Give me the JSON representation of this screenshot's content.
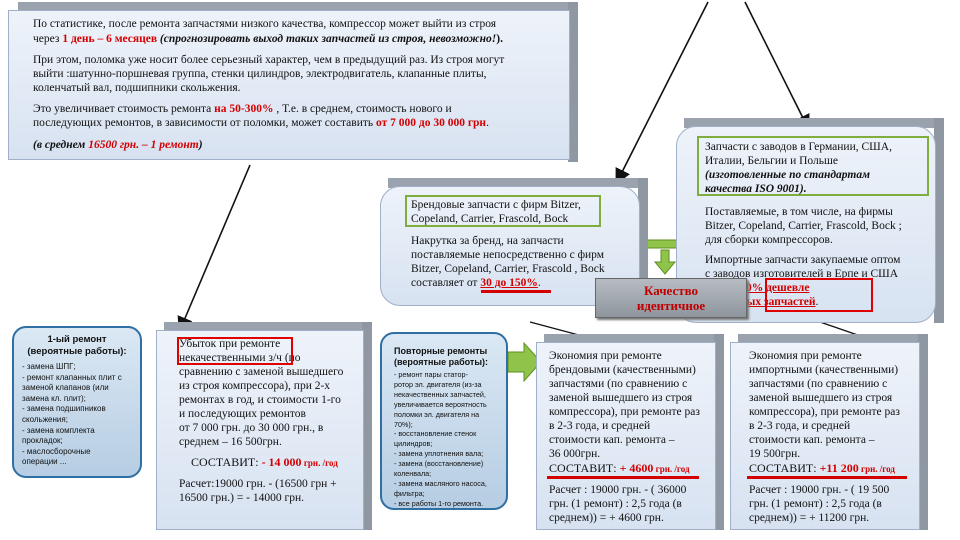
{
  "top_box": {
    "p1_a": "По статистике, после ремонта запчастями низкого качества, компрессор может выйти из строя",
    "p1_b": "через ",
    "p1_red": "1 день – 6 месяцев",
    "p1_c": " (спрогнозировать выход таких запчастей из строя,  невозможно!",
    "p1_d": ").",
    "p2_a": "При этом, поломка уже носит более серьезный характер, чем в предыдущий раз. Из строя могут",
    "p2_b": "выйти :шатунно-поршневая группа, стенки цилиндров, электродвигатель, клапанные плиты,",
    "p2_c": "коленчатый вал, подшипники скольжения.",
    "p3_a": "Это увеличивает стоимость ремонта ",
    "p3_red": "на 50-300%",
    "p3_b": " , Т.е. в среднем,  стоимость нового и",
    "p3_c": "последующих  ремонтов, в зависимости от поломки, может составить ",
    "p3_red2": "от 7 000 до 30 000 грн",
    "p3_d": ".",
    "p4_a": "(в среднем ",
    "p4_red": "16500 грн. – 1 ремонт",
    "p4_b": ")"
  },
  "germany_box": {
    "green_1": "Запчасти с заводов в Германии, США,",
    "green_2": "Италии, Бельгии и Польше",
    "green_3": "(изготовленные по стандартам",
    "green_4": "качества ISO 9001).",
    "t1": "Поставляемые, в том числе, на фирмы",
    "t2": "Bitzer, Copeland, Carrier, Frascold, Bock ;",
    "t3": "для сборки компрессоров.",
    "t4": "Импортные запчасти закупаемые оптом",
    "t5": "с заводов изготовителей в Ерпе и США",
    "t6a": "на ",
    "t6red": "30-150% дешевле",
    "t7red": "брендовых запчастей",
    "t7b": "."
  },
  "brand_box": {
    "green_1": "Брендовые запчасти с фирм Bitzer,",
    "green_2": "Copeland, Carrier, Frascold, Bock",
    "t1": "Накрутка за бренд, на запчасти",
    "t2": "поставляемые непосредственно с фирм",
    "t3": "Bitzer, Copeland, Carrier, Frascold , Bock",
    "t4a": "составляет от ",
    "t4red": "30 до 150%",
    "t4b": "."
  },
  "quality_badge": {
    "line1": "Качество",
    "line2": "идентичное"
  },
  "first_repair": {
    "title1": "1-ый ремонт",
    "title2": "(вероятные работы):",
    "items": [
      "- замена ШПГ;",
      "- ремонт клапанных плит с",
      "заменой клапанов (или",
      "замена кл. плит);",
      "- замена подшипников",
      "скольжения;",
      "- замена комплекта",
      "прокладок;",
      "- маслосборочные",
      "операции ..."
    ]
  },
  "loss_box": {
    "l1": "Убыток при ремонте",
    "l2a": "некачественными з/ч",
    "l2b": " (по",
    "l3": "сравнению с заменой вышедшего",
    "l4": "из строя компрессора), при 2-х",
    "l5": "ремонтах в год,  и стоимости 1-го",
    "l6": "и последующих ремонтов",
    "l7": "от 7 000 грн. до 30 000 грн.,  в",
    "l8": "среднем – 16 500грн.",
    "total_label": "СОСТАВИТ: ",
    "total_value": "- 14 000",
    "total_unit": " грн. /год",
    "calc1": "Расчет:19000 грн. -  (16500 грн +",
    "calc2": "16500 грн.) =  - 14000 грн."
  },
  "repeat_repair": {
    "title1": "Повторные ремонты",
    "title2": "(вероятные работы):",
    "items": [
      "- ремонт пары статор-",
      "ротор эл. двигателя (из-за",
      "некачественных запчастей,",
      "увеличивается вероятность",
      "поломки эл. двигателя на",
      "70%);",
      "- восстановление стенок",
      "цилиндров;",
      "- замена уплотнения вала;",
      "- замена (восстановление)",
      "коленвала;",
      "- замена масляного насоса,",
      "фильтра;",
      "- все работы 1-го ремонта."
    ]
  },
  "brand_savings": {
    "l1": "Экономия при ремонте",
    "l2": "брендовыми (качественными)",
    "l3": "запчастями (по сравнению с",
    "l4": "заменой вышедшего из строя",
    "l5": "компрессора), при ремонте раз",
    "l6": "в 2-3 года, и средней",
    "l7": "стоимости кап. ремонта      –",
    "l8": "36 000грн.",
    "total_label": "СОСТАВИТ:  ",
    "total_value": "+ 4600",
    "total_unit": " грн. /год",
    "calc1": "Расчет : 19000 грн. -  ( 36000",
    "calc2": "грн. (1 ремонт) : 2,5 года (в",
    "calc3": "среднем)) = + 4600 грн."
  },
  "import_savings": {
    "l1": "Экономия при ремонте",
    "l2": "импортными (качественными)",
    "l3": "запчастями (по сравнению с",
    "l4": "заменой вышедшего из строя",
    "l5": "компрессора), при ремонте раз",
    "l6": "в 2-3 года, и средней",
    "l7": "стоимости кап. ремонта      –",
    "l8": "19 500грн.",
    "total_label": "СОСТАВИТ: ",
    "total_value": "+11 200",
    "total_unit": " грн. /год",
    "calc1": "Расчет : 19000 грн. -  ( 19 500",
    "calc2": "грн. (1 ремонт) : 2,5 года (в",
    "calc3": "среднем)) = + 11200 грн."
  },
  "colors": {
    "accent_red": "#d40000",
    "green": "#7fae3e",
    "badge_red": "#c00000"
  }
}
